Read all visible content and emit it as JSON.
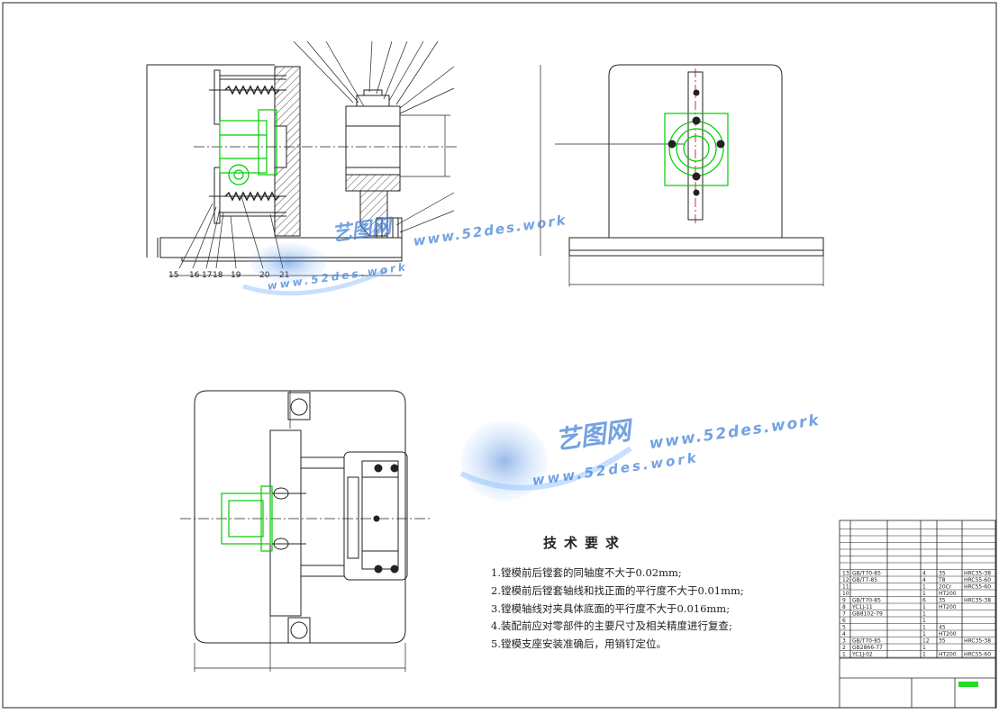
{
  "drawing": {
    "colors": {
      "line": "#222222",
      "part": "#00cc00",
      "center": "#cc0000",
      "watermark": "#3f7fd8",
      "badge": "#22dd22"
    },
    "balloons_bottom": [
      "15",
      "16",
      "17",
      "18",
      "19",
      "20",
      "21"
    ],
    "technical_requirements": {
      "title": "技术要求",
      "items": [
        "1.镗模前后镗套的同轴度不大于0.02mm;",
        "2.镗模前后镗套轴线和找正面的平行度不大于0.01mm;",
        "3.镗模轴线对夹具体底面的平行度不大于0.016mm;",
        "4.装配前应对零部件的主要尺寸及相关精度进行复查;",
        "5.镗模支座安装准确后，用销钉定位。"
      ]
    },
    "watermarks": [
      {
        "brand": "艺图网",
        "url": "www.52des.work"
      },
      {
        "brand": "艺图网",
        "url": "www.52des.work"
      }
    ],
    "bom_rows": [
      {
        "no": "",
        "code": "",
        "name": "",
        "qty": "",
        "mat": "",
        "note": ""
      },
      {
        "no": "",
        "code": "",
        "name": "",
        "qty": "",
        "mat": "",
        "note": ""
      },
      {
        "no": "",
        "code": "",
        "name": "",
        "qty": "",
        "mat": "",
        "note": ""
      },
      {
        "no": "",
        "code": "",
        "name": "",
        "qty": "",
        "mat": "",
        "note": ""
      },
      {
        "no": "",
        "code": "",
        "name": "",
        "qty": "",
        "mat": "",
        "note": ""
      },
      {
        "no": "",
        "code": "",
        "name": "",
        "qty": "",
        "mat": "",
        "note": ""
      },
      {
        "no": "",
        "code": "",
        "name": "",
        "qty": "",
        "mat": "",
        "note": ""
      },
      {
        "no": "13",
        "code": "GB/T70-85",
        "name": "",
        "qty": "4",
        "mat": "35",
        "note": "HRC35-38"
      },
      {
        "no": "12",
        "code": "GB/T7-85",
        "name": "",
        "qty": "4",
        "mat": "T8",
        "note": "HRC55-60"
      },
      {
        "no": "11",
        "code": "",
        "name": "",
        "qty": "1",
        "mat": "20Cr",
        "note": "HRC55-60"
      },
      {
        "no": "10",
        "code": "",
        "name": "",
        "qty": "1",
        "mat": "HT200",
        "note": ""
      },
      {
        "no": "9",
        "code": "GB/T70-85",
        "name": "",
        "qty": "6",
        "mat": "35",
        "note": "HRC35-38"
      },
      {
        "no": "8",
        "code": "YC1J-11",
        "name": "",
        "qty": "1",
        "mat": "HT200",
        "note": ""
      },
      {
        "no": "7",
        "code": "GB8102-79",
        "name": "",
        "qty": "1",
        "mat": "",
        "note": ""
      },
      {
        "no": "6",
        "code": "",
        "name": "",
        "qty": "1",
        "mat": "",
        "note": ""
      },
      {
        "no": "5",
        "code": "",
        "name": "",
        "qty": "1",
        "mat": "45",
        "note": ""
      },
      {
        "no": "4",
        "code": "",
        "name": "",
        "qty": "1",
        "mat": "HT200",
        "note": ""
      },
      {
        "no": "3",
        "code": "GB/T70-85",
        "name": "",
        "qty": "12",
        "mat": "35",
        "note": "HRC35-38"
      },
      {
        "no": "2",
        "code": "GB2866-77",
        "name": "",
        "qty": "1",
        "mat": "",
        "note": ""
      },
      {
        "no": "1",
        "code": "YC1J-02",
        "name": "",
        "qty": "1",
        "mat": "HT200",
        "note": "HRC55-60"
      }
    ]
  }
}
